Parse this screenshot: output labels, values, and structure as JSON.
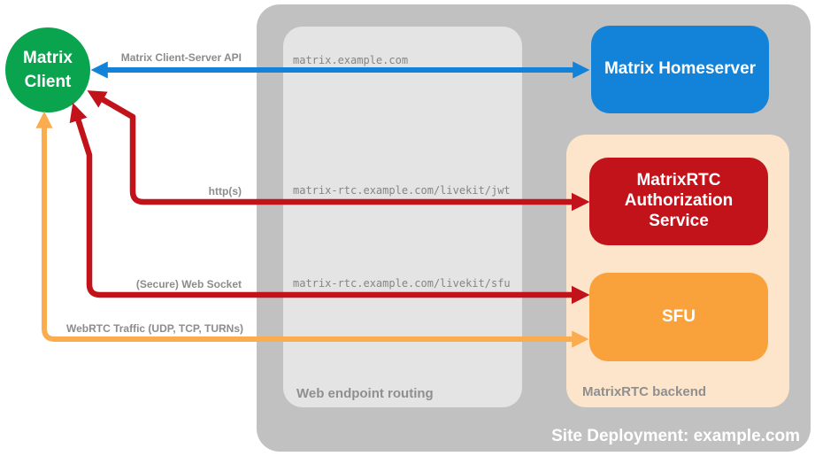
{
  "diagram": {
    "client": {
      "label": "Matrix Client"
    },
    "homeserver": {
      "label": "Matrix Homeserver"
    },
    "auth_service": {
      "label": "MatrixRTC Authorization Service"
    },
    "sfu": {
      "label": "SFU"
    },
    "site_deployment": {
      "label": "Site Deployment: example.com"
    },
    "web_endpoint_routing": {
      "label": "Web endpoint routing"
    },
    "matrixrtc_backend": {
      "label": "MatrixRTC backend"
    },
    "edges": {
      "client_server_api": {
        "label": "Matrix Client-Server API",
        "endpoint": "matrix.example.com"
      },
      "https": {
        "label": "http(s)",
        "endpoint": "matrix-rtc.example.com/livekit/jwt"
      },
      "websocket": {
        "label": "(Secure) Web Socket",
        "endpoint": "matrix-rtc.example.com/livekit/sfu"
      },
      "webrtc": {
        "label": "WebRTC Traffic (UDP, TCP, TURNs)"
      }
    },
    "colors": {
      "client_green": "#0AA44E",
      "homeserver_blue": "#1283D8",
      "auth_red": "#C2121A",
      "sfu_orange": "#F9A23C",
      "webrtc_arrow_orange": "#FBAC4F",
      "outer_container_gray": "#C1C1C1",
      "routing_box_gray": "#E4E4E4",
      "backend_peach": "#FCE5CB",
      "label_gray": "#8C8C8C"
    }
  }
}
